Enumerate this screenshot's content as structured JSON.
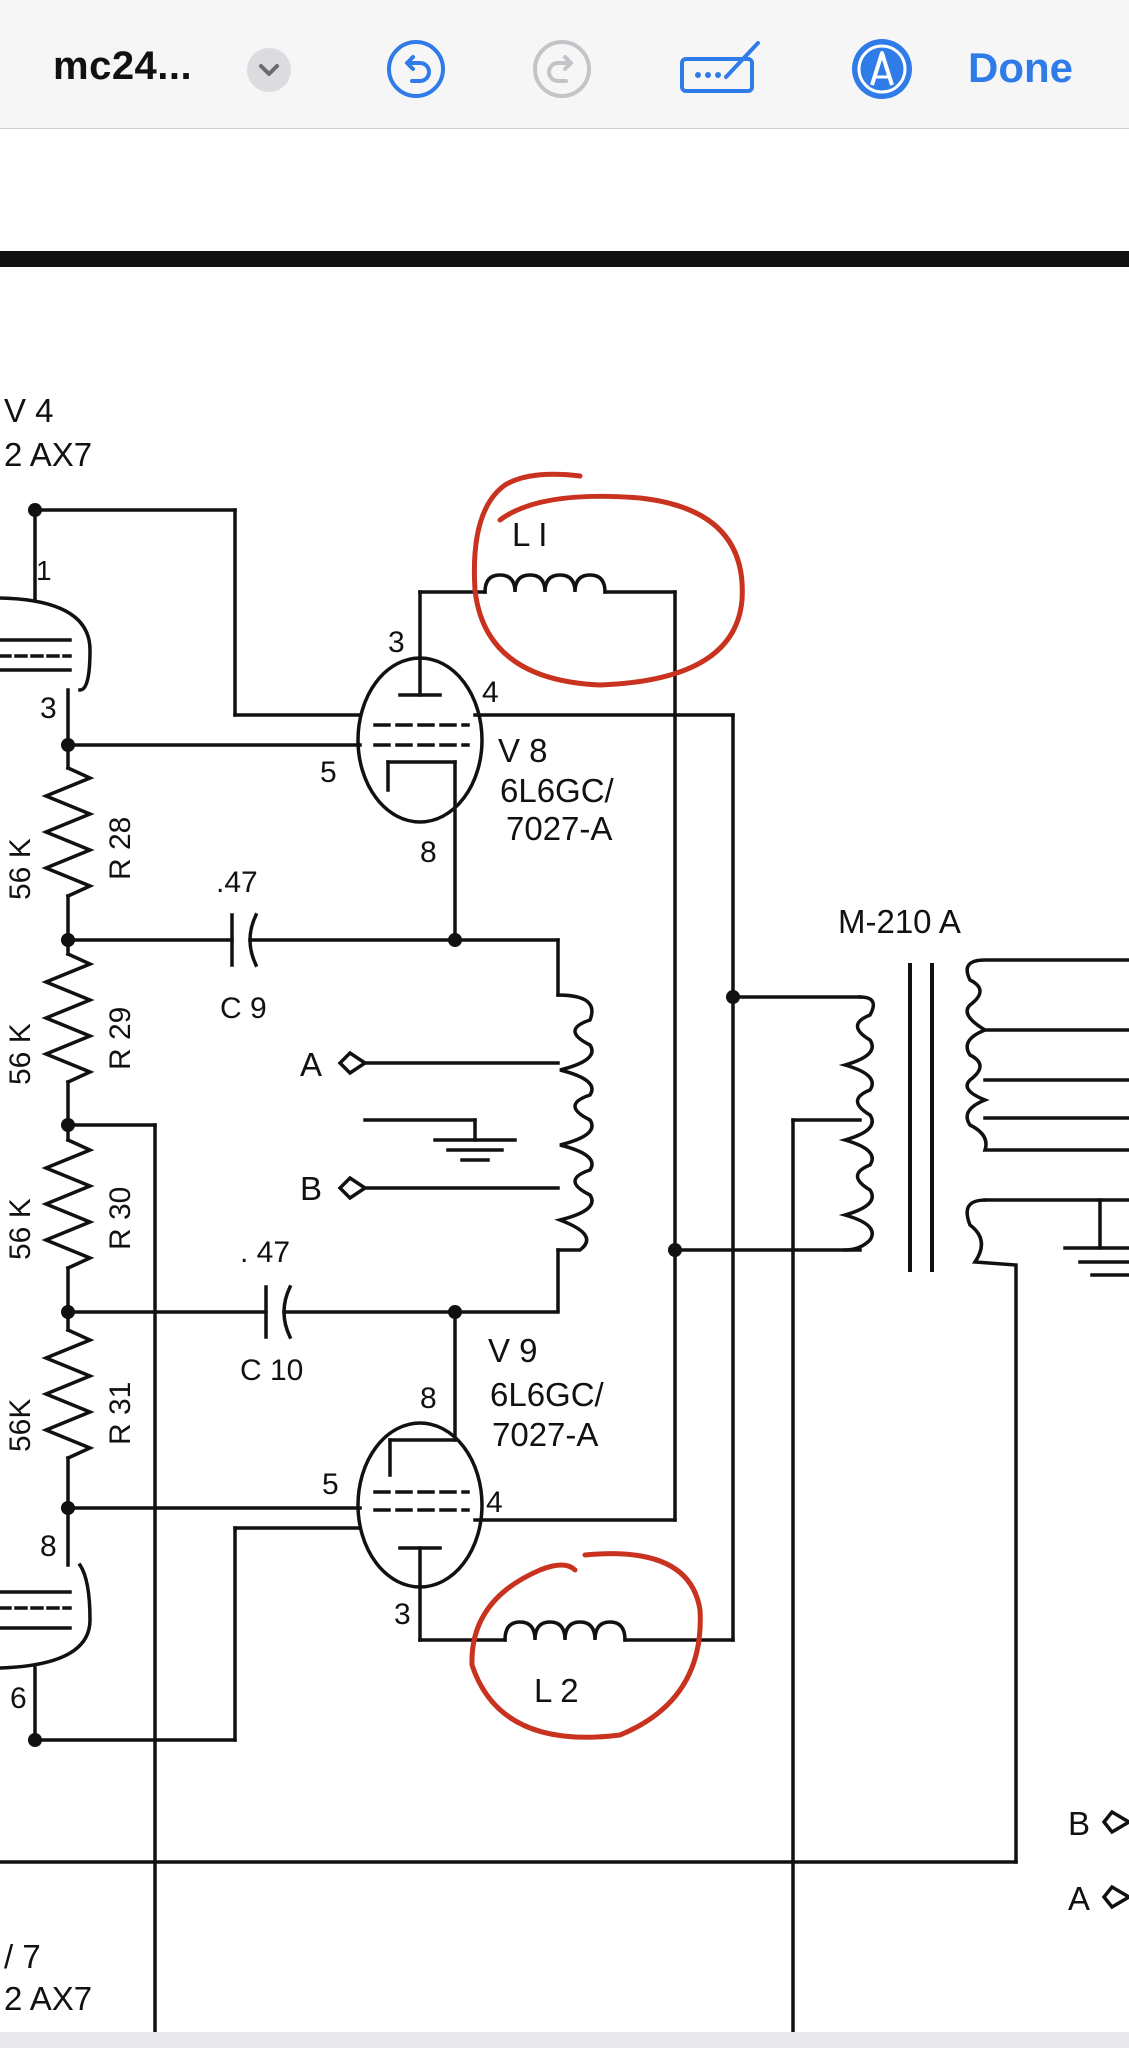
{
  "toolbar": {
    "title": "mc24...",
    "done_label": "Done",
    "accent_color": "#2f7be8",
    "icons": [
      "chevron-down-icon",
      "undo-icon",
      "redo-icon",
      "signature-icon",
      "markup-pen-icon"
    ]
  },
  "schematic": {
    "tubes": {
      "v4": {
        "name": "V 4",
        "type": "2 AX7"
      },
      "v7": {
        "name": "/ 7",
        "type": "2 AX7"
      },
      "v8": {
        "name": "V 8",
        "type_line1": "6L6GC/",
        "type_line2": "7027-A"
      },
      "v9": {
        "name": "V 9",
        "type_line1": "6L6GC/",
        "type_line2": "7027-A"
      }
    },
    "pins": [
      "1",
      "3",
      "3",
      "4",
      "5",
      "8",
      "8",
      "5",
      "4",
      "3",
      "8",
      "6"
    ],
    "resistors": [
      {
        "ref": "R 28",
        "value": "56 K"
      },
      {
        "ref": "R 29",
        "value": "56 K"
      },
      {
        "ref": "R 30",
        "value": "56 K"
      },
      {
        "ref": "R 31",
        "value": "56K"
      }
    ],
    "capacitors": [
      {
        "ref": "C 9",
        "value": ".47"
      },
      {
        "ref": "C 10",
        "value": ". 47"
      }
    ],
    "inductors": [
      {
        "ref": "L I"
      },
      {
        "ref": "L 2"
      }
    ],
    "transformer": "M-210 A",
    "terminals": {
      "a": "A",
      "b": "B",
      "b_right": "B",
      "a_right": "A"
    },
    "annotation_color": "#c8321f"
  }
}
